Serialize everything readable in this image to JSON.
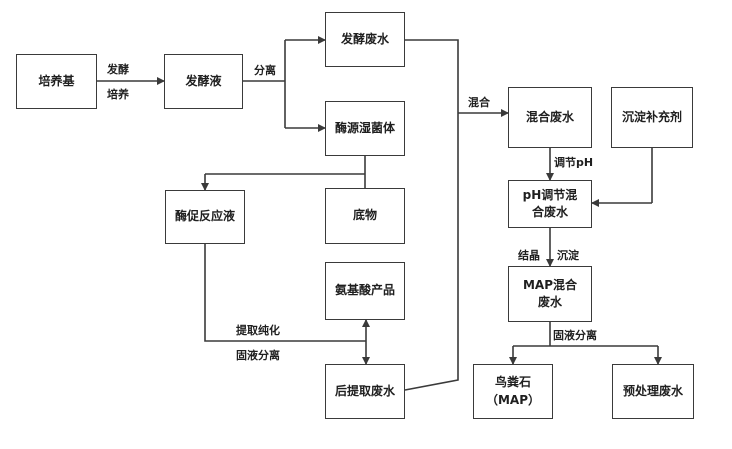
{
  "nodes": {
    "culture_medium": "培养基",
    "fermentation_broth": "发酵液",
    "fermentation_wastewater": "发酵废水",
    "enzyme_wet_cells": "酶源湿菌体",
    "enzyme_reaction_liquid": "酶促反应液",
    "substrate": "底物",
    "amino_acid_product": "氨基酸产品",
    "post_extraction_wastewater": "后提取废水",
    "mixed_wastewater": "混合废水",
    "precipitant_supplement": "沉淀补充剂",
    "ph_adjusted_line1": "pH调节混",
    "ph_adjusted_line2": "合废水",
    "map_mixed_line1": "MAP混合",
    "map_mixed_line2": "废水",
    "struvite_line1": "鸟粪石",
    "struvite_line2": "（MAP）",
    "pretreated_wastewater": "预处理废水"
  },
  "labels": {
    "ferment": "发酵",
    "cultivate": "培养",
    "separate": "分离",
    "mix": "混合",
    "adjust_ph": "调节pH",
    "crystallize": "结晶",
    "precipitate": "沉淀",
    "extract_purify": "提取纯化",
    "solid_liquid_sep_1": "固液分离",
    "solid_liquid_sep_2": "固液分离"
  },
  "colors": {
    "line": "#3a3a3a",
    "text": "#1f1f1f",
    "background": "#ffffff"
  }
}
